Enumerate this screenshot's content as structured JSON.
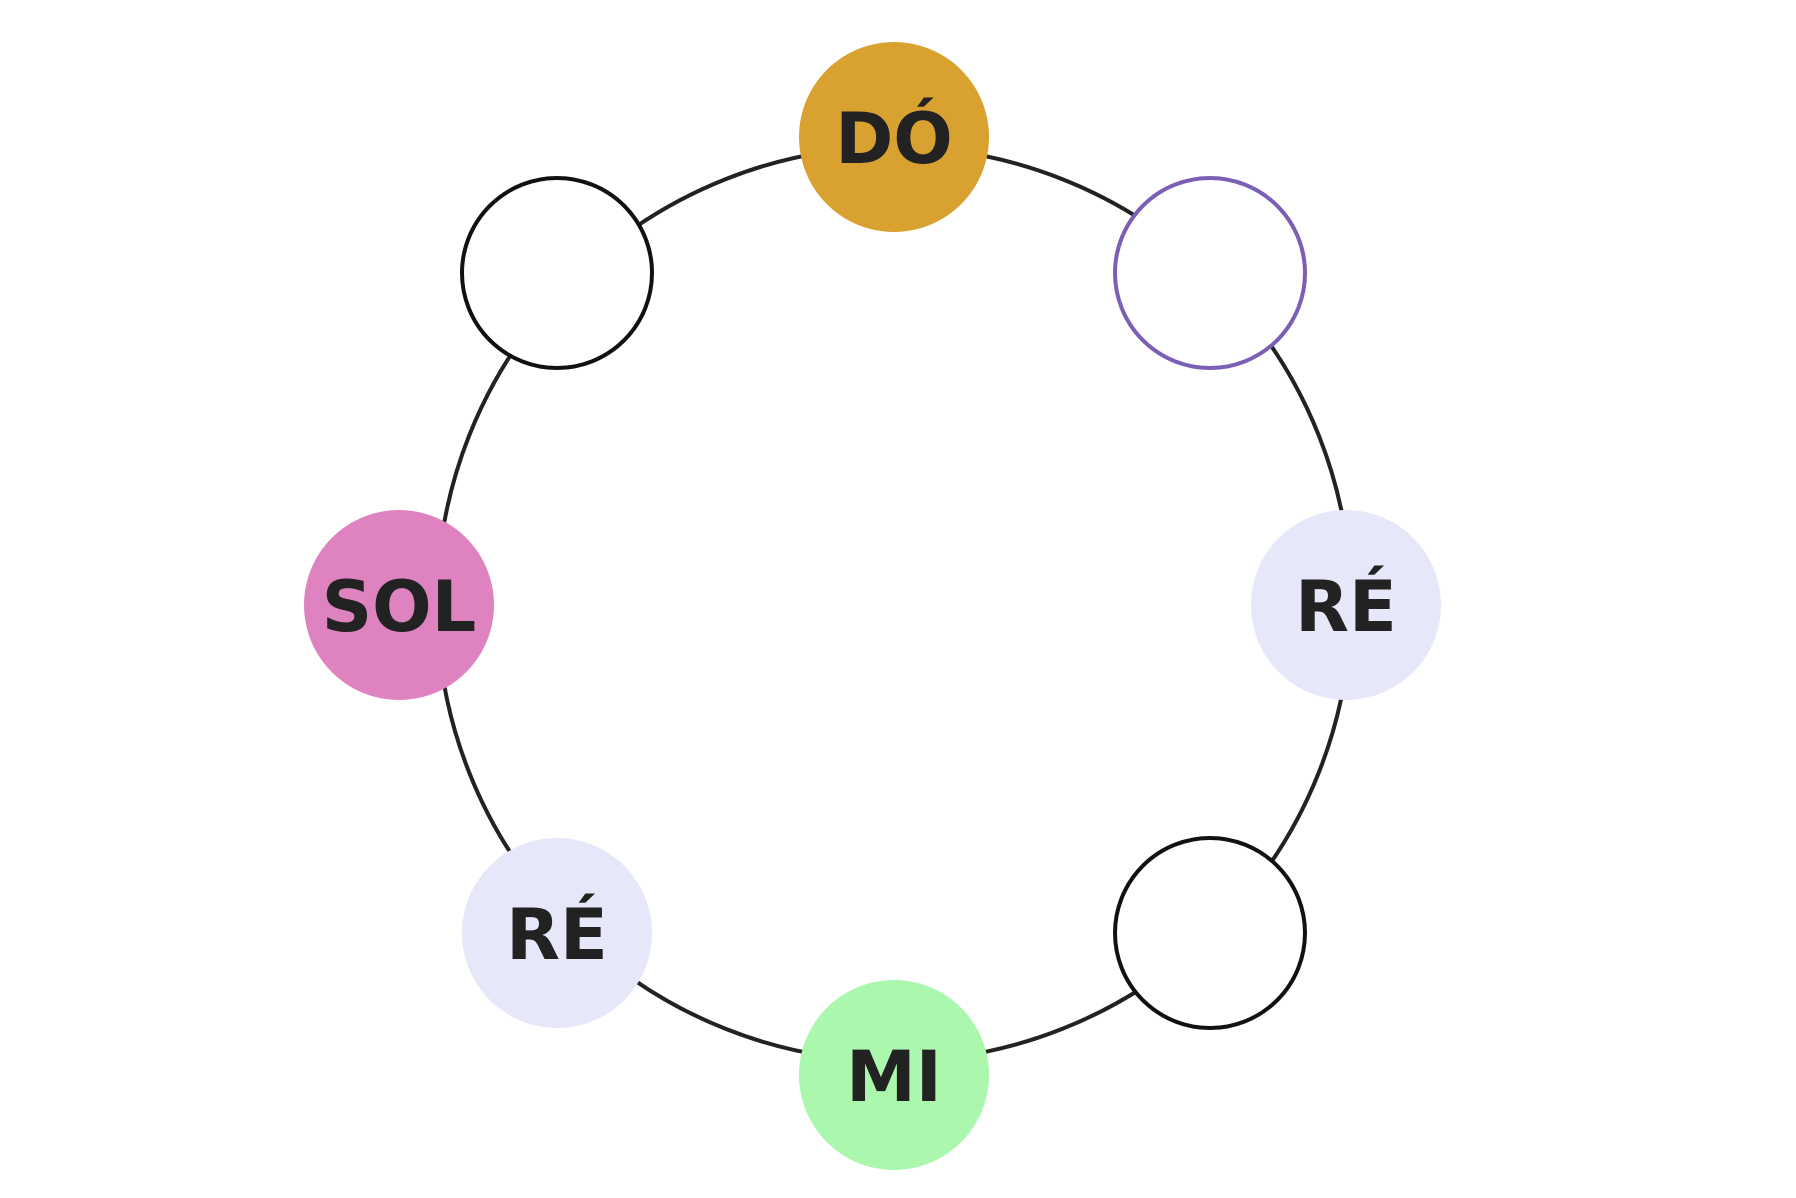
{
  "diagram": {
    "ring_color": "#222222",
    "nodes": [
      {
        "id": "top",
        "label": "DÓ",
        "fill": "#D9A230",
        "stroke": "none"
      },
      {
        "id": "top-right",
        "label": "",
        "fill": "#FFFFFF",
        "stroke": "#7B5FB4"
      },
      {
        "id": "right",
        "label": "RÉ",
        "fill": "#E6E7F8",
        "stroke": "none"
      },
      {
        "id": "bottom-right",
        "label": "",
        "fill": "#FFFFFF",
        "stroke": "#111111"
      },
      {
        "id": "bottom",
        "label": "MI",
        "fill": "#ABF7AD",
        "stroke": "none"
      },
      {
        "id": "bottom-left",
        "label": "RÉ",
        "fill": "#E6E7F8",
        "stroke": "none"
      },
      {
        "id": "left",
        "label": "SOL",
        "fill": "#DE83BF",
        "stroke": "none"
      },
      {
        "id": "top-left",
        "label": "",
        "fill": "#FFFFFF",
        "stroke": "#111111"
      }
    ]
  }
}
